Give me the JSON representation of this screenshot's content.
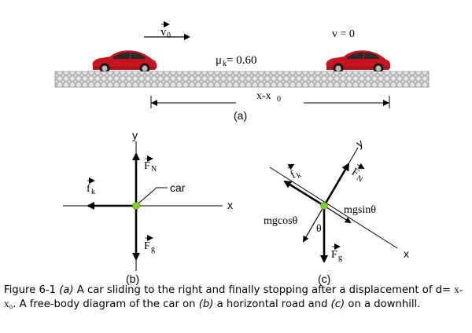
{
  "panel_a": {
    "v0_label": "v",
    "v0_sub": "0",
    "v_final_label": "v = 0",
    "mu_label": "μ",
    "mu_sub": "k",
    "mu_value": " = 0.60",
    "displacement_label": "x-x",
    "displacement_sub": "0",
    "panel_label": "(a)"
  },
  "panel_b": {
    "y_axis": "y",
    "x_axis": "x",
    "fn_label": "F",
    "fn_sub": "N",
    "fk_label": "f",
    "fk_sub": "k",
    "fg_label": "F",
    "fg_sub": "g",
    "car_label": "car",
    "panel_label": "(b)"
  },
  "panel_c": {
    "y_axis": "y",
    "x_axis": "x",
    "fk_label": "f",
    "fk_sub": "k",
    "fn_label": "F",
    "fn_sub": "N",
    "fg_label": "F",
    "fg_sub": "g",
    "mgcos_label": "mgcosθ",
    "mgsin_label": "mgsinθ",
    "theta_label": "θ",
    "panel_label": "(c)"
  },
  "caption": {
    "part1": "Figure 6-1 ",
    "part2": "(a)",
    "part3": " A car sliding to the right and finally stopping after a displacement of d= ",
    "part4": "x-x₀",
    "part5": ". A free-body diagram of the car on ",
    "part6": "(b)",
    "part7": " a horizontal road and ",
    "part8": "(c)",
    "part9": " on a downhill."
  },
  "colors": {
    "car_body": "#c8141e",
    "road": "#c9c9c9",
    "center_dot": "#7ed321"
  }
}
